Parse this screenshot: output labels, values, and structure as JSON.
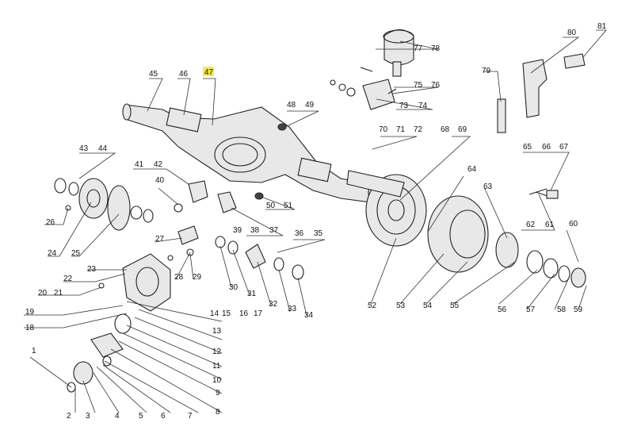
{
  "diagram": {
    "highlight_label": "47",
    "labels": {
      "n1": "1",
      "n2": "2",
      "n3": "3",
      "n4": "4",
      "n5": "5",
      "n6": "6",
      "n7": "7",
      "n8": "8",
      "n9": "9",
      "n10": "10",
      "n11": "11",
      "n12": "12",
      "n13": "13",
      "n14": "14",
      "n15": "15",
      "n16": "16",
      "n17": "17",
      "n18": "18",
      "n19": "19",
      "n20": "20",
      "n21": "21",
      "n22": "22",
      "n23": "23",
      "n24": "24",
      "n25": "25",
      "n26": "26",
      "n27": "27",
      "n28": "28",
      "n29": "29",
      "n30": "30",
      "n31": "31",
      "n32": "32",
      "n33": "33",
      "n34": "34",
      "n35": "35",
      "n36": "36",
      "n37": "37",
      "n38": "38",
      "n39": "39",
      "n40": "40",
      "n41": "41",
      "n42": "42",
      "n43": "43",
      "n44": "44",
      "n45": "45",
      "n46": "46",
      "n47": "47",
      "n48": "48",
      "n49": "49",
      "n50": "50",
      "n51": "51",
      "n52": "52",
      "n53": "53",
      "n54": "54",
      "n55": "55",
      "n56": "56",
      "n57": "57",
      "n58": "58",
      "n59": "59",
      "n60": "60",
      "n61": "61",
      "n62": "62",
      "n63": "63",
      "n64": "64",
      "n65": "65",
      "n66": "66",
      "n67": "67",
      "n68": "68",
      "n69": "69",
      "n70": "70",
      "n71": "71",
      "n72": "72",
      "n73": "73",
      "n74": "74",
      "n75": "75",
      "n76": "76",
      "n77": "77",
      "n78": "78",
      "n79": "79",
      "n80": "80",
      "n81": "81"
    }
  }
}
